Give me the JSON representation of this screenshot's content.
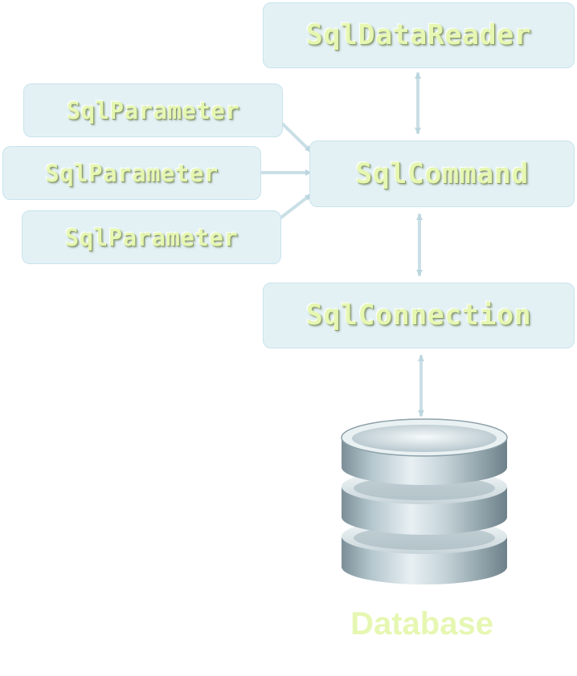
{
  "diagram": {
    "reader": {
      "label": "SqlDataReader"
    },
    "command": {
      "label": "SqlCommand"
    },
    "connection": {
      "label": "SqlConnection"
    },
    "parameters": [
      {
        "label": "SqlParameter"
      },
      {
        "label": "SqlParameter"
      },
      {
        "label": "SqlParameter"
      }
    ],
    "database": {
      "label": "Database",
      "icon": "database-icon"
    }
  },
  "colors": {
    "box_fill": "#e3f1f5",
    "text": "#e6f7b2",
    "arrow": "#c9dfe6"
  }
}
